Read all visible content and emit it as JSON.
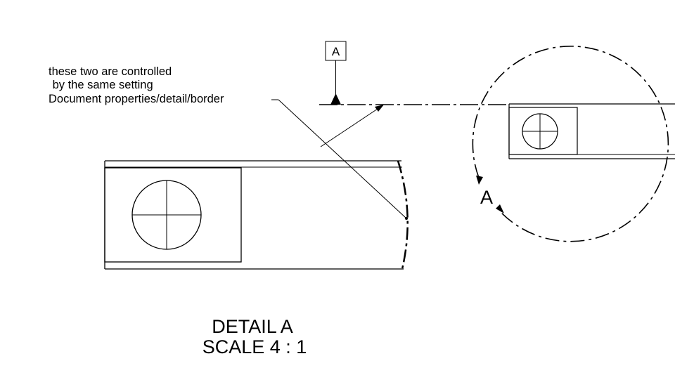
{
  "annotation": {
    "lines": [
      "these two are controlled",
      " by the same setting",
      "Document properties/detail/border"
    ]
  },
  "datum_label": "A",
  "detail_circle_label": "A",
  "detail_title": {
    "line1": "DETAIL A",
    "line2": "SCALE 4 : 1"
  },
  "colors": {
    "line": "#000000",
    "background": "#ffffff"
  }
}
